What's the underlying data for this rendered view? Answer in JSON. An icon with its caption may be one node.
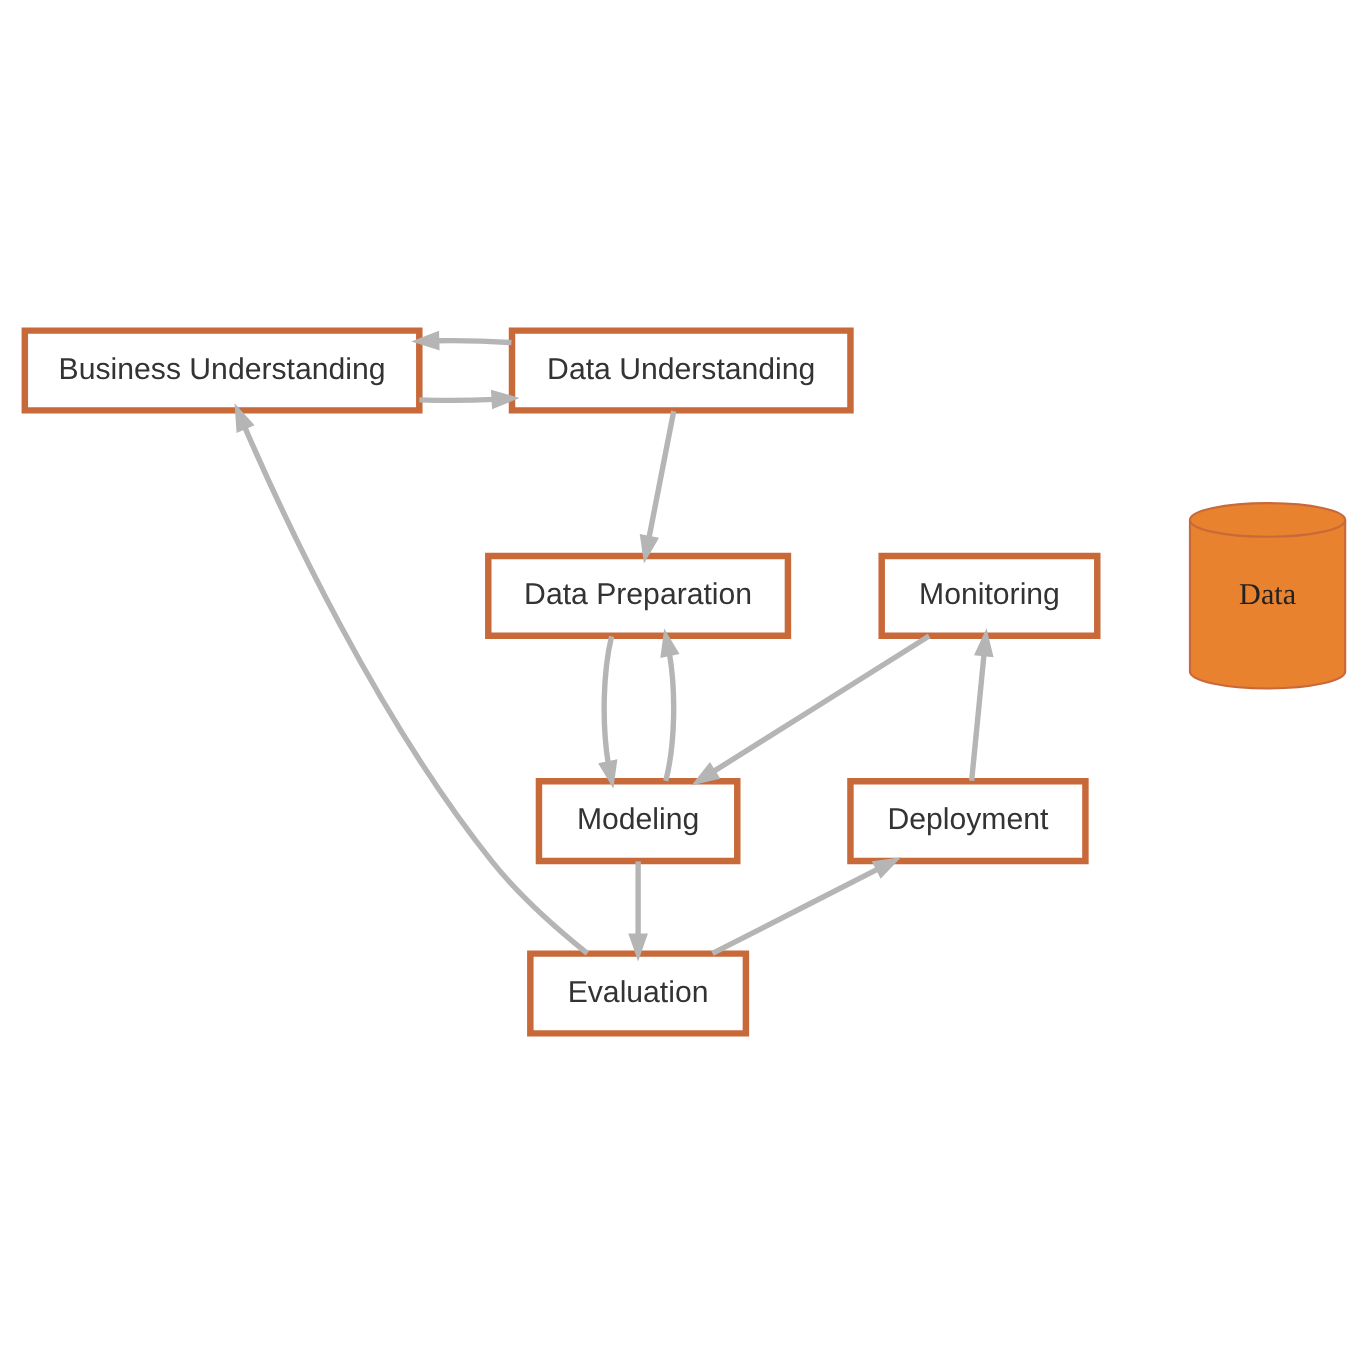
{
  "diagram": {
    "nodes": [
      {
        "text": [
          "Business Understanding"
        ]
      },
      {
        "text": [
          "Data Understanding"
        ]
      },
      {
        "text": [
          "Data Preparation"
        ]
      },
      {
        "text": [
          "Modeling"
        ]
      },
      {
        "text": [
          "Evaluation"
        ]
      },
      {
        "text": [
          "Deployment"
        ]
      },
      {
        "text": [
          "Monitoring"
        ]
      },
      {
        "text": [
          "Data"
        ]
      }
    ],
    "edges": [
      {
        "from": 0,
        "to": 1,
        "arrow": "to"
      },
      {
        "from": 1,
        "to": 0,
        "arrow": "to"
      },
      {
        "from": 1,
        "to": 2,
        "arrow": "to"
      },
      {
        "from": 3,
        "to": 2,
        "arrow": "to"
      },
      {
        "from": 2,
        "to": 3,
        "arrow": "to"
      },
      {
        "from": 3,
        "to": 4,
        "arrow": "to"
      },
      {
        "from": 4,
        "to": 0,
        "arrow": "to"
      },
      {
        "from": 4,
        "to": 5,
        "arrow": "to"
      },
      {
        "from": 5,
        "to": 6,
        "arrow": "to"
      },
      {
        "from": 6,
        "to": 3,
        "arrow": "to"
      }
    ]
  }
}
